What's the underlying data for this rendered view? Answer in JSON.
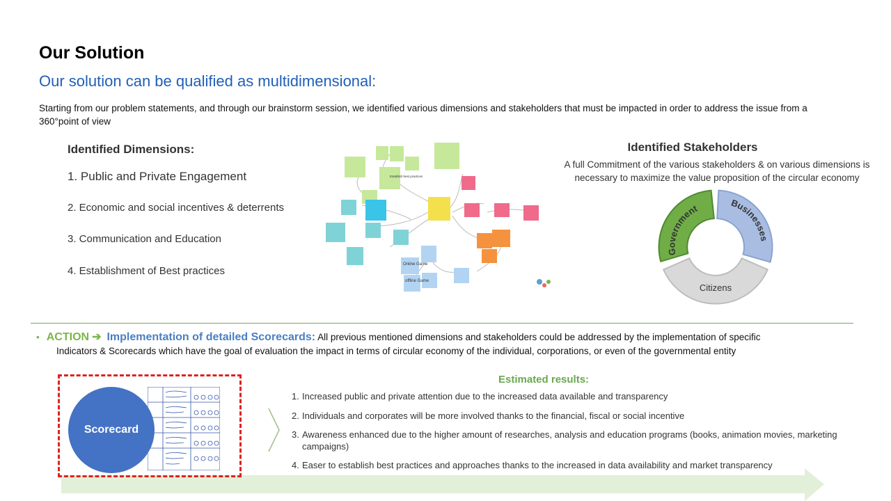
{
  "header": {
    "title": "Our Solution",
    "subtitle": "Our solution can be qualified as multidimensional:",
    "intro": "Starting from our problem statements, and through our brainstorm session, we identified various dimensions and stakeholders that must be impacted in order to address the issue from a 360°point of view"
  },
  "dimensions": {
    "heading": "Identified Dimensions:",
    "items": [
      "1. Public and Private Engagement",
      "2. Economic and social incentives & deterrents",
      "3. Communication and Education",
      "4. Establishment of Best practices"
    ]
  },
  "stakeholders": {
    "heading": "Identified Stakeholders",
    "description": "A full Commitment  of the various stakeholders & on various dimensions is necessary to maximize the value proposition of the circular economy",
    "donut_labels": [
      "Government",
      "Businesses",
      "Citizens"
    ],
    "colors": {
      "government": "#70ad47",
      "businesses": "#a9bde2",
      "citizens": "#d9d9d9"
    }
  },
  "brainstorm": {
    "notes": [
      "Establish best practices",
      "Online Game",
      "offline Game"
    ]
  },
  "action": {
    "bullet": "•",
    "label": "ACTION",
    "arrow": "➔",
    "title": "Implementation of detailed Scorecards:",
    "text_part1": " All previous mentioned dimensions and stakeholders could be addressed by the implementation of specific",
    "text_part2": "Indicators & Scorecards which have the goal of evaluation the impact in terms of circular economy of the individual, corporations, or even of the governmental entity"
  },
  "scorecard": {
    "label": "Scorecard"
  },
  "results": {
    "heading": "Estimated results:",
    "items": [
      {
        "num": "1.",
        "text": "Increased public and private attention due to the increased data available and transparency"
      },
      {
        "num": "2.",
        "text": "Individuals and corporates will be more involved thanks to the financial, fiscal or social incentive"
      },
      {
        "num": "3.",
        "text": "Awareness enhanced due to the higher amount of researches, analysis and education programs (books, animation movies, marketing campaigns)"
      },
      {
        "num": "4.",
        "text": "Easer to establish best practices and approaches thanks to the increased in data availability and market transparency"
      }
    ]
  },
  "theme": {
    "accent_blue": "#1f5fb8",
    "accent_green": "#7ab648",
    "box_red": "#dd2222",
    "circle_blue": "#4472c4"
  }
}
